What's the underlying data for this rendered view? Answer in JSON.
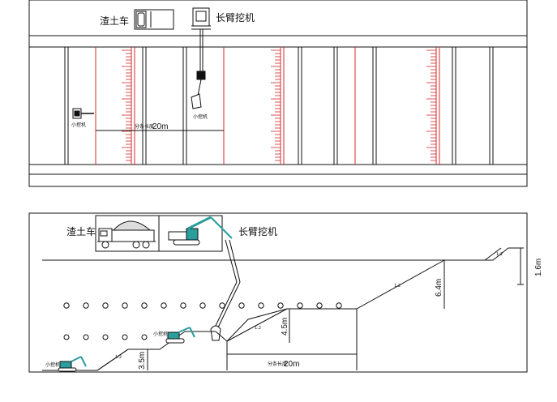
{
  "plan": {
    "truck_label": "渣土车",
    "excavator_label": "长臂挖机",
    "small_excavator_label": "小挖机",
    "small_excavator_label_2": "小挖机",
    "span_prefix": "分条长度",
    "span_value": "20m"
  },
  "section": {
    "truck_label": "渣土车",
    "excavator_label": "长臂挖机",
    "small_excavator_label": "小挖机",
    "small_excavator_label_2": "小挖机",
    "span_prefix": "分条长度",
    "span_value": "20m",
    "slope_ratio": "1:2",
    "depths": [
      "1.6m",
      "6.4m",
      "4.5m",
      "3.5m"
    ]
  },
  "colors": {
    "line": "#111111",
    "red": "#d62828",
    "teal": "#2a9d9d",
    "grey": "#888888"
  }
}
